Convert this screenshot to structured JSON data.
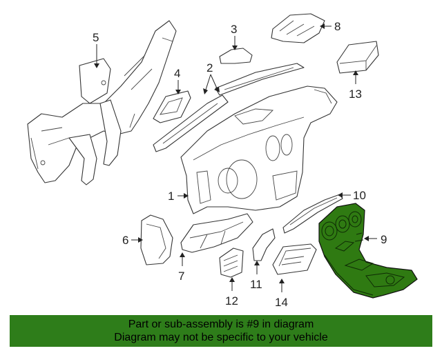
{
  "callouts": {
    "c1": "1",
    "c2": "2",
    "c3": "3",
    "c4": "4",
    "c5": "5",
    "c6": "6",
    "c7": "7",
    "c8": "8",
    "c9": "9",
    "c10": "10",
    "c11": "11",
    "c12": "12",
    "c13": "13",
    "c14": "14"
  },
  "highlighted_part": "9",
  "colors": {
    "highlight": "#2f7a12",
    "banner": "#2e7d1a"
  },
  "banner": {
    "line1": "Part or sub-assembly is #9 in diagram",
    "line2": "Diagram may not be specific to your vehicle"
  }
}
